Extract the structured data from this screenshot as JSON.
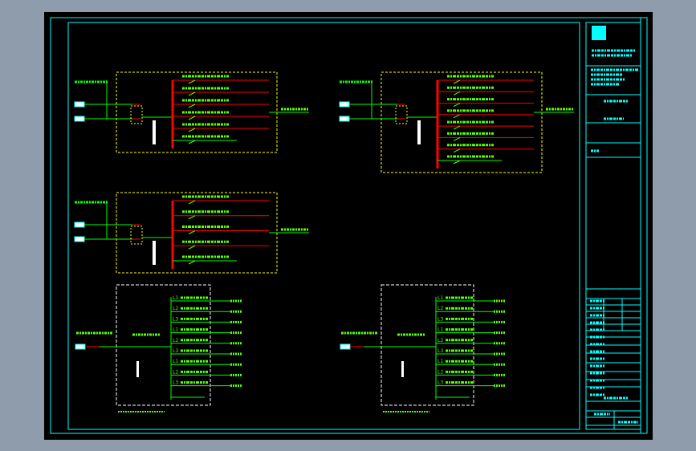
{
  "colors": {
    "frame": "#00ffff",
    "bus": "#ff0000",
    "wire": "#00ff00",
    "panel_main": "#ffff00",
    "panel_sub": "#ffffff",
    "text": "#55ff00",
    "title_text": "#00ffff"
  },
  "panels": [
    {
      "id": "panel-1",
      "style": "main",
      "feeders": 6,
      "inputs": 2
    },
    {
      "id": "panel-2",
      "style": "main",
      "feeders": 8,
      "inputs": 2
    },
    {
      "id": "panel-3",
      "style": "main",
      "feeders": 5,
      "inputs": 2
    },
    {
      "id": "panel-4",
      "style": "sub",
      "labels": [
        "L1",
        "L2",
        "L3",
        "L1",
        "L2",
        "L3",
        "L1",
        "L2",
        "L3"
      ]
    },
    {
      "id": "panel-5",
      "style": "sub",
      "labels": [
        "L1",
        "L2",
        "L3",
        "L1",
        "L2",
        "L3",
        "L1",
        "L2",
        "L3"
      ]
    }
  ]
}
